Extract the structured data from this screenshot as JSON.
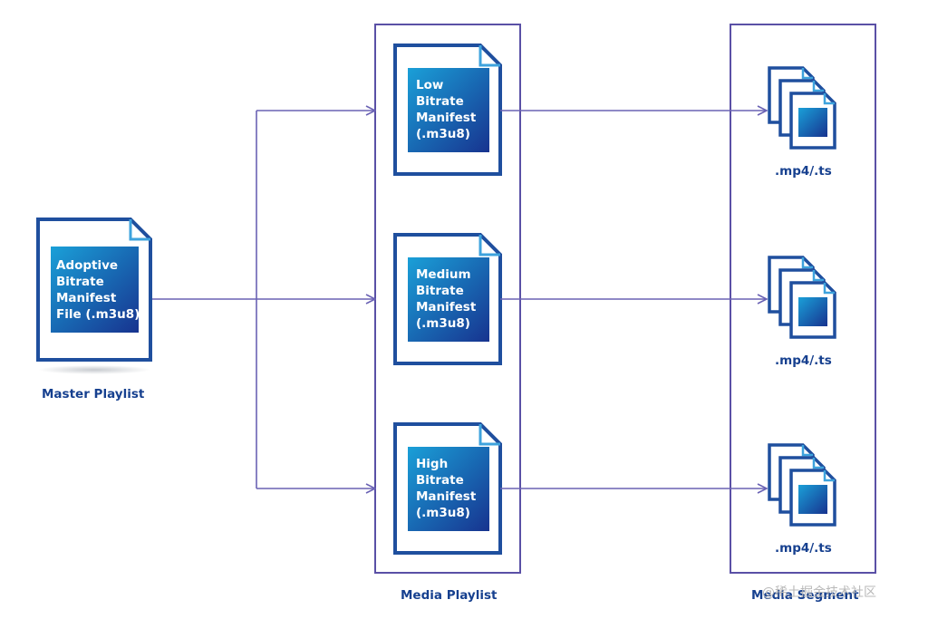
{
  "master": {
    "doc_lines": [
      "Adoptive",
      "Bitrate",
      "Manifest",
      "File (.m3u8)"
    ],
    "caption": "Master Playlist"
  },
  "media_playlist": {
    "caption": "Media Playlist",
    "items": [
      {
        "lines": [
          "Low",
          "Bitrate",
          "Manifest",
          "(.m3u8)"
        ]
      },
      {
        "lines": [
          "Medium",
          "Bitrate",
          "Manifest",
          "(.m3u8)"
        ]
      },
      {
        "lines": [
          "High",
          "Bitrate",
          "Manifest",
          "(.m3u8)"
        ]
      }
    ]
  },
  "media_segment": {
    "caption": "Media Segment",
    "items": [
      {
        "label": ".mp4/.ts"
      },
      {
        "label": ".mp4/.ts"
      },
      {
        "label": ".mp4/.ts"
      }
    ]
  },
  "watermark": "@稀土掘金技术社区",
  "colors": {
    "frame": "#5a50a6",
    "arrow": "#6a62b4",
    "doc_border": "#1f4f9e",
    "doc_fold": "#3ea3dd",
    "grad_light": "#1aa0d8",
    "grad_dark": "#17338f",
    "caption": "#16408f"
  }
}
